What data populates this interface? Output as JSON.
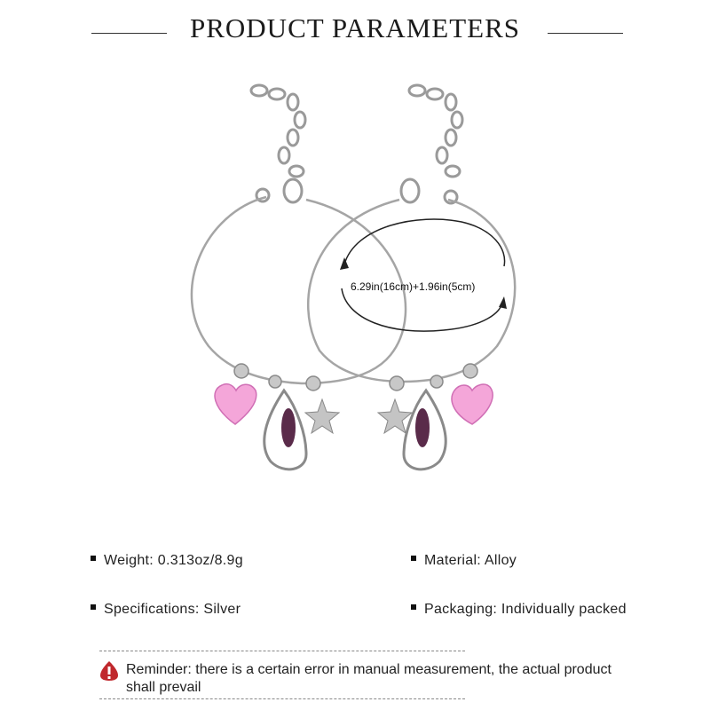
{
  "header": {
    "title": "PRODUCT PARAMETERS"
  },
  "illustration": {
    "measurement": "6.29in(16cm)+1.96in(5cm)",
    "product_icon": "bracelet-pair"
  },
  "specs": [
    {
      "text": "Weight: 0.313oz/8.9g"
    },
    {
      "text": "Material: Alloy"
    },
    {
      "text": "Specifications: Silver"
    },
    {
      "text": "Packaging: Individually packed"
    }
  ],
  "reminder": {
    "icon": "warning-icon",
    "text": "Reminder: there is a certain error in manual measurement, the actual product shall prevail",
    "color": "#c0282d"
  }
}
